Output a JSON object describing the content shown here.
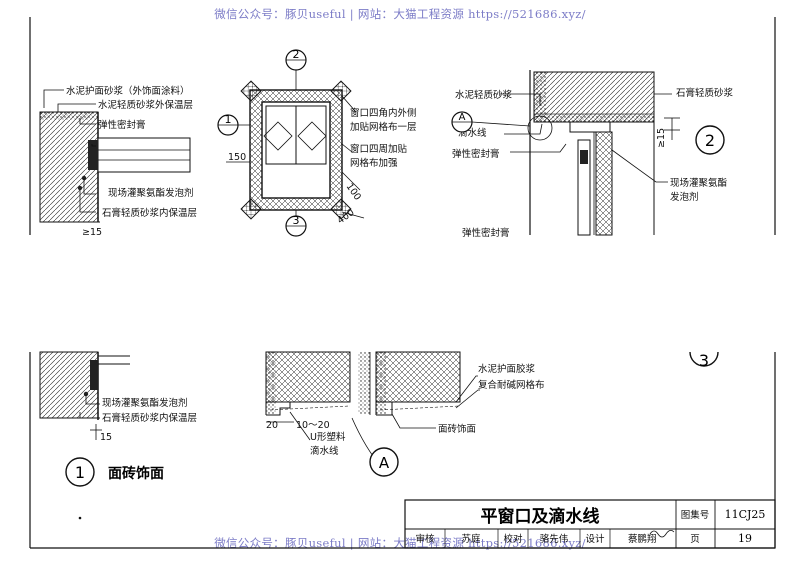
{
  "watermark": "微信公众号：豚贝useful | 网站：大猫工程资源 https://521686.xyz/",
  "detail1": {
    "labels": [
      "水泥护面砂浆（外饰面涂料）",
      "水泥轻质砂浆外保温层",
      "弹性密封膏",
      "现场灌聚氨酯发泡剂",
      "石膏轻质砂浆内保温层"
    ],
    "dim_top": "≥15",
    "bottom_labels": [
      "现场灌聚氨酯发泡剂",
      "石膏轻质砂浆内保温层"
    ],
    "dim_bottom": "15",
    "tag": "1",
    "caption": "面砖饰面"
  },
  "elevation": {
    "tag_top": "2",
    "tag_left": "1",
    "tag_bottom": "3",
    "note1_line1": "窗口四角内外侧",
    "note1_line2": "加贴网格布一层",
    "note2_line1": "窗口四周加贴",
    "note2_line2": "网格布加强",
    "dim_150": "150",
    "dim_100": "100",
    "dim_400": "400"
  },
  "detail2": {
    "labels_left": [
      "水泥轻质砂浆",
      "滴水线",
      "弹性密封膏"
    ],
    "label_right_top": "石膏轻质砂浆",
    "labels_right": [
      "现场灌聚氨酯",
      "发泡剂"
    ],
    "dim": "≥15",
    "tag": "2",
    "ref_tag": "A",
    "cut_text": "弹性密封膏"
  },
  "detailA": {
    "dim_20": "20",
    "dim_10_20": "10～20",
    "note_u": "U形塑料",
    "note_u2": "滴水线",
    "labels": [
      "水泥护面胶浆",
      "复合耐碱网格布"
    ],
    "label_tile": "面砖饰面",
    "tag": "A",
    "tag3": "3"
  },
  "title_block": {
    "title": "平窗口及滴水线",
    "atlas_label": "图集号",
    "atlas_no": "11CJ25",
    "page_label": "页",
    "page_no": "19",
    "roles": [
      "审核",
      "校对",
      "设计"
    ],
    "names": [
      "苏庭",
      "骆先伟",
      "蔡鹏翔"
    ]
  }
}
